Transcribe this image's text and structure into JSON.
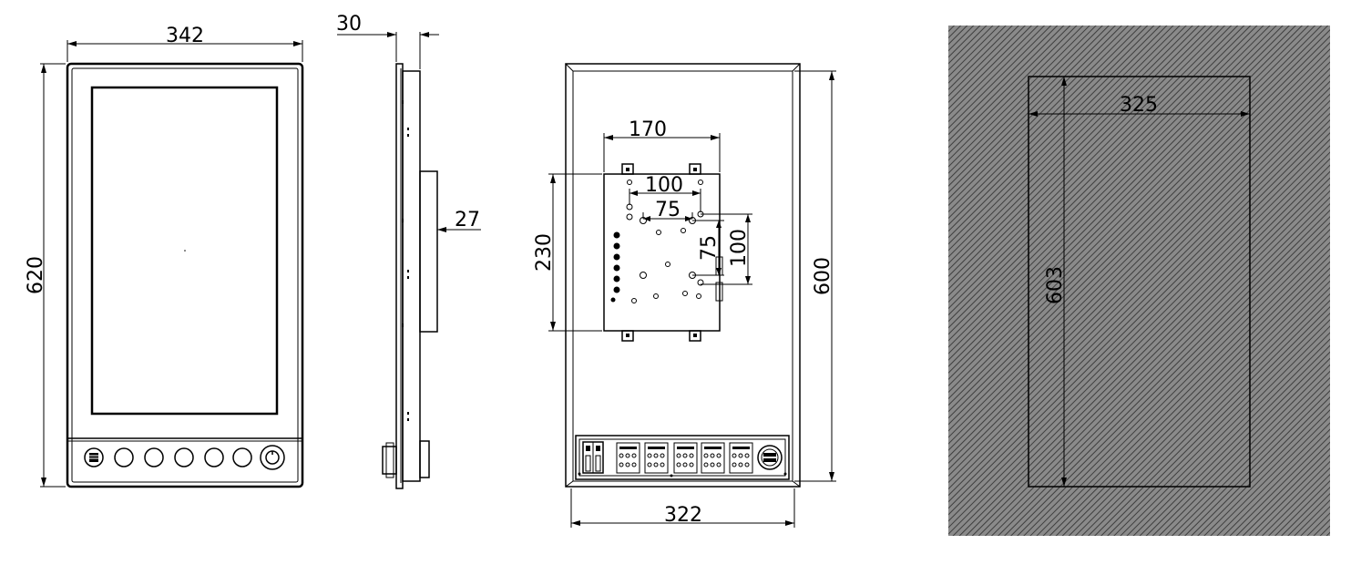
{
  "front_view": {
    "width_label": "342",
    "height_label": "620"
  },
  "side_view": {
    "depth_label": "30",
    "box_depth_label": "27"
  },
  "rear_view": {
    "mount_width_label": "170",
    "mount_height_label": "230",
    "vesa_outer_label": "100",
    "vesa_inner_label": "75",
    "vesa_vertical_inner_label": "75",
    "vesa_vertical_outer_label": "100",
    "height_label": "600",
    "width_label": "322"
  },
  "cutout_view": {
    "width_label": "325",
    "height_label": "603"
  },
  "colors": {
    "line": "#000000",
    "hatch": "#7a7a7a",
    "background": "#ffffff"
  },
  "icons": [
    "emergency-stop-icon",
    "function-button-icon",
    "usb-connector-icon",
    "terminal-block-icon"
  ]
}
